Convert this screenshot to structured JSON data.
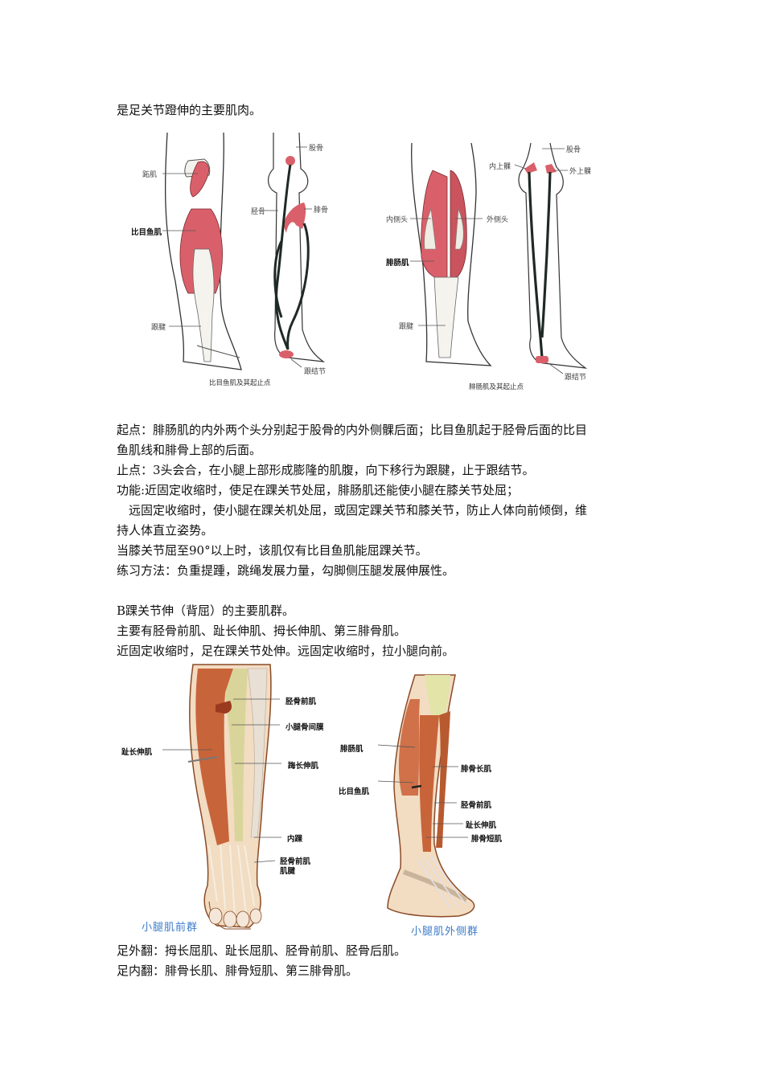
{
  "intro_line": "是足关节蹬伸的主要肌肉。",
  "figure1": {
    "soleus": {
      "caption": "比目鱼肌及其起止点",
      "labels": [
        "跖肌",
        "比目鱼肌",
        "跟腱",
        "股骨",
        "胫骨",
        "腓骨",
        "跟结节"
      ]
    },
    "gastrocnemius": {
      "caption": "腓肠肌及其起止点",
      "labels": [
        "内侧头",
        "外侧头",
        "腓肠肌",
        "跟腱",
        "股骨",
        "内上髁",
        "外上髁",
        "跟结节"
      ]
    }
  },
  "paragraphs": [
    "起点：腓肠肌的内外两个头分别起于股骨的内外侧髁后面；比目鱼肌起于胫骨后面的比目",
    "鱼肌线和腓骨上部的后面。",
    "止点：3头会合，在小腿上部形成膨隆的肌腹，向下移行为跟腱，止于跟结节。",
    "功能:近固定收缩时，使足在踝关节处屈，腓肠肌还能使小腿在膝关节处屈；",
    "　远固定收缩时，使小腿在踝关机处屈，或固定踝关节和膝关节，防止人体向前倾倒，维",
    "持人体直立姿势。",
    "当膝关节屈至90°以上时，该肌仅有比目鱼肌能屈踝关节。",
    "练习方法：负重提踵，跳绳发展力量，勾脚侧压腿发展伸展性。"
  ],
  "section_b": [
    "B踝关节伸（背屈）的主要肌群。",
    "主要有胫骨前肌、趾长伸肌、拇长伸肌、第三腓骨肌。",
    "近固定收缩时，足在踝关节处伸。远固定收缩时，拉小腿向前。"
  ],
  "figure2": {
    "anterior": {
      "caption": "小腿肌前群",
      "labels": [
        "胫骨前肌",
        "小腿骨间膜",
        "趾长伸肌",
        "踇长伸肌",
        "内踝",
        "胫骨前肌",
        "肌腱"
      ]
    },
    "lateral": {
      "caption": "小腿肌外侧群",
      "labels": [
        "腓肠肌",
        "腓骨长肌",
        "比目鱼肌",
        "胫骨前肌",
        "趾长伸肌",
        "腓骨短肌"
      ]
    }
  },
  "footer_lines": [
    "足外翻：拇长屈肌、趾长屈肌、胫骨前肌、胫骨后肌。",
    "足内翻：腓骨长肌、腓骨短肌、第三腓骨肌。"
  ],
  "colors": {
    "muscle_red": "#d9606a",
    "muscle_orange": "#c8643a",
    "tendon_dark": "#1f2a24",
    "caption_blue": "#3a7bc8"
  }
}
